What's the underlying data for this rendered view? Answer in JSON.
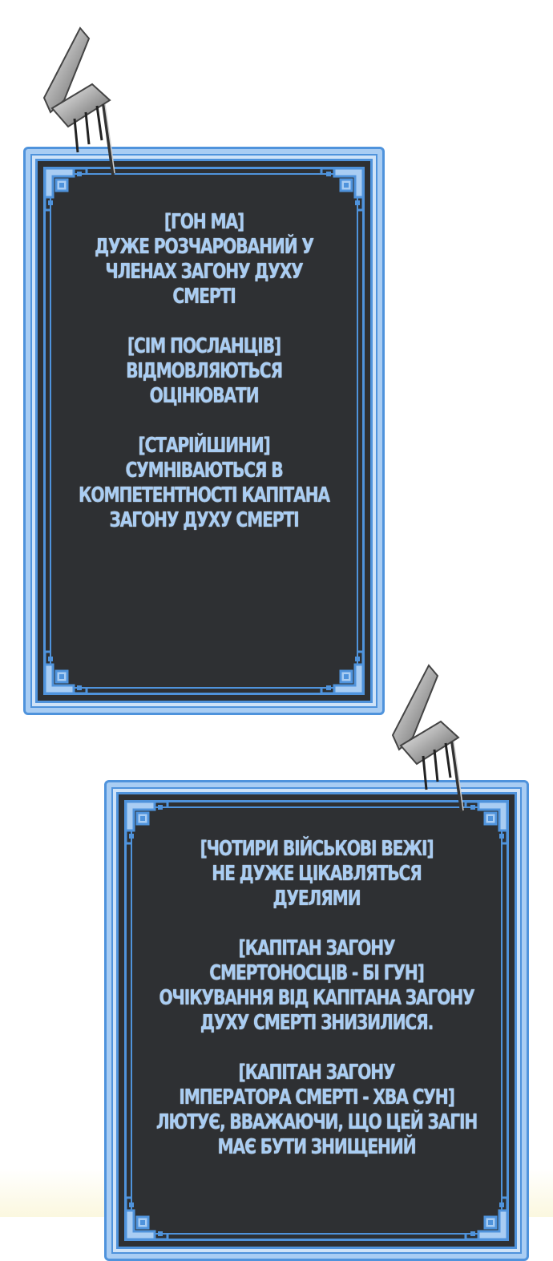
{
  "panels": [
    {
      "paragraphs": [
        [
          "[ГОН МА]",
          "ДУЖЕ РОЗЧАРОВАНИЙ У",
          "ЧЛЕНАХ ЗАГОНУ ДУХУ",
          "СМЕРТІ"
        ],
        [
          "[СІМ ПОСЛАНЦІВ]",
          "ВІДМОВЛЯЮТЬСЯ",
          "ОЦІНЮВАТИ"
        ],
        [
          "[СТАРІЙШИНИ]",
          "СУМНІВАЮТЬСЯ В",
          "КОМПЕТЕНТНОСТІ КАПІТАНА",
          "ЗАГОНУ ДУХУ СМЕРТІ"
        ]
      ]
    },
    {
      "paragraphs": [
        [
          "[ЧОТИРИ ВІЙСЬКОВІ ВЕЖІ]",
          "НЕ ДУЖЕ ЦІКАВЛЯТЬСЯ",
          "ДУЕЛЯМИ"
        ],
        [
          "[КАПІТАН ЗАГОНУ",
          "СМЕРТОНОСЦІВ - БІ ГУН]",
          "ОЧІКУВАННЯ ВІД КАПІТАНА ЗАГОНУ",
          "ДУХУ СМЕРТІ ЗНИЗИЛИСЯ."
        ],
        [
          "[КАПІТАН ЗАГОНУ",
          "ІМПЕРАТОРА СМЕРТІ - ХВА СУН]",
          "ЛЮТУЄ, ВВАЖАЮЧИ, ЩО ЦЕЙ ЗАГІН",
          "МАЄ БУТИ ЗНИЩЕНИЙ"
        ]
      ]
    }
  ],
  "colors": {
    "panel_fill": "#2e3033",
    "frame_blue": "#4f93dc",
    "frame_light": "#a9cdf3",
    "text": "#a9cdf3"
  },
  "icons": [
    "pushpin-icon",
    "corner-ornament-icon"
  ]
}
